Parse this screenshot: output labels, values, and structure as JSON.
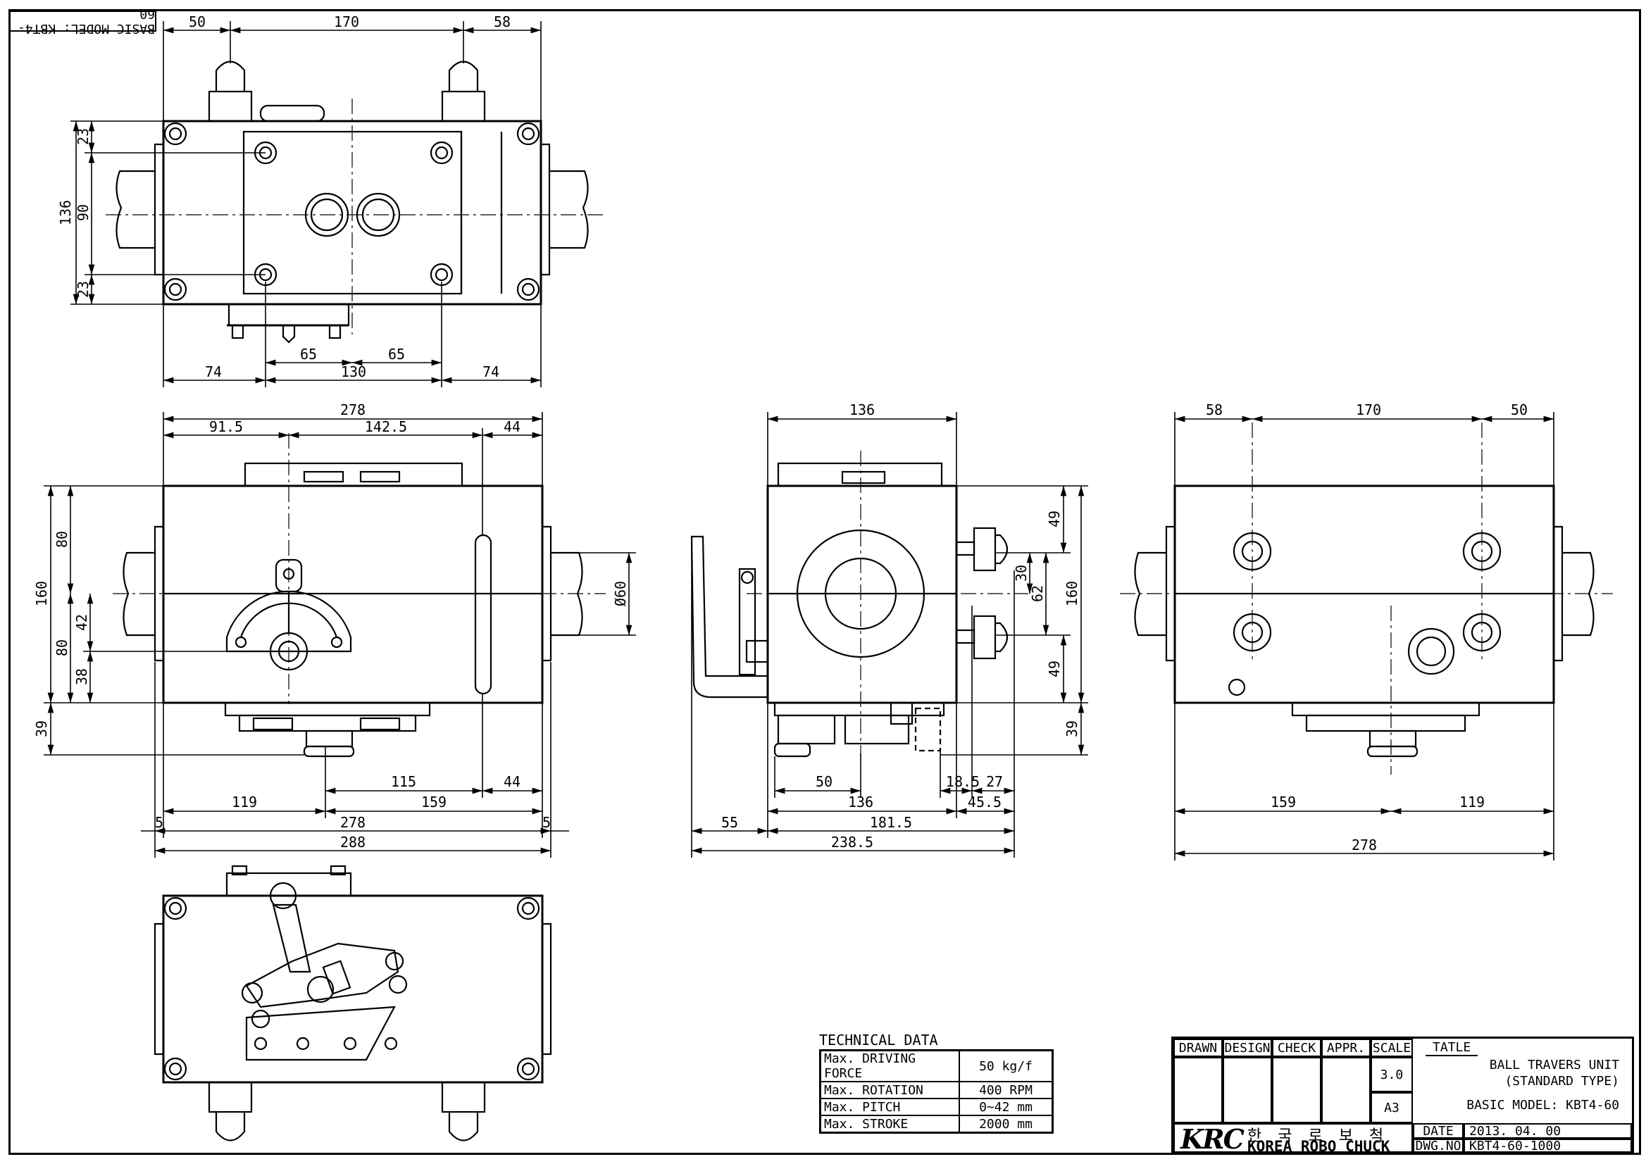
{
  "stamp": "BASIC MODEL: KBT4-60",
  "dimensions": {
    "top_view": [
      "50",
      "170",
      "58",
      "23",
      "136",
      "90",
      "23",
      "65",
      "65",
      "74",
      "130",
      "74"
    ],
    "front_view": [
      "278",
      "91.5",
      "142.5",
      "44",
      "80",
      "160",
      "42",
      "80",
      "38",
      "39",
      "Ø60",
      "115",
      "44",
      "119",
      "159",
      "5",
      "278",
      "5",
      "288"
    ],
    "side_view": [
      "136",
      "49",
      "30",
      "62",
      "160",
      "49",
      "39",
      "50",
      "18.5",
      "27",
      "136",
      "45.5",
      "55",
      "181.5",
      "238.5"
    ],
    "rear_view": [
      "58",
      "170",
      "50",
      "159",
      "119",
      "278"
    ]
  },
  "technical_data": {
    "title": "TECHNICAL DATA",
    "rows": [
      {
        "label": "Max. DRIVING FORCE",
        "value": "50 kg/f"
      },
      {
        "label": "Max. ROTATION",
        "value": "400 RPM"
      },
      {
        "label": "Max. PITCH",
        "value": "0~42 mm"
      },
      {
        "label": "Max. STROKE",
        "value": "2000 mm"
      }
    ]
  },
  "title_block": {
    "headers": [
      "DRAWN",
      "DESIGN",
      "CHECK",
      "APPR.",
      "SCALE"
    ],
    "scale": "3.0",
    "paper": "A3",
    "tatle": "TATLE",
    "name_line1": "BALL TRAVERS UNIT",
    "name_line2": "(STANDARD TYPE)",
    "basic_model": "BASIC MODEL: KBT4-60",
    "logo": "KRC",
    "company_korean": "한 국 로 보 척",
    "company": "KOREA ROBO CHUCK",
    "date_label": "DATE",
    "date": "2013. 04. 00",
    "dwg_label": "DWG.NO",
    "dwg_no": "KBT4-60-1000"
  }
}
